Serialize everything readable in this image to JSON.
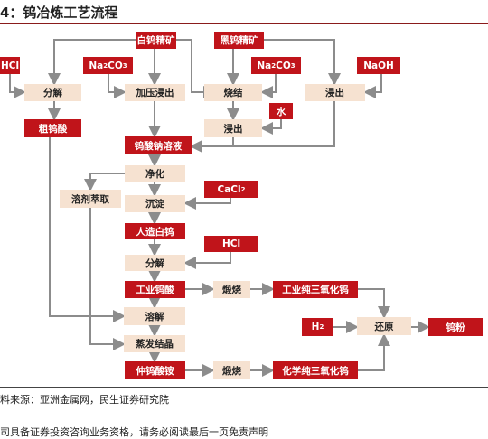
{
  "header": {
    "title": "4：钨冶炼工艺流程"
  },
  "nodes": {
    "white_ore": "白钨精矿",
    "black_ore": "黑钨精矿",
    "hcl_top": "HCl",
    "na2co3_1": {
      "base": "Na",
      "sub1": "2",
      "mid": "CO",
      "sub2": "3"
    },
    "na2co3_2": {
      "base": "Na",
      "sub1": "2",
      "mid": "CO",
      "sub2": "3"
    },
    "naoh": "NaOH",
    "decompose_1": "分解",
    "pressure_leach": "加压浸出",
    "sinter": "烧结",
    "leach_right": "浸出",
    "crude_acid": "粗钨酸",
    "water": "水",
    "leach_mid": "浸出",
    "sodium_tungstate": "钨酸钠溶液",
    "purify": "净化",
    "solvent_extract": "溶剂萃取",
    "cacl2": {
      "base": "CaCl",
      "sub": "2"
    },
    "precipitate": "沉淀",
    "artificial_scheelite": "人造白钨",
    "hcl_mid": "HCl",
    "decompose_2": "分解",
    "industrial_acid": "工业钨酸",
    "calcine_1": "煅烧",
    "industrial_wo3": "工业纯三氧化钨",
    "dissolve": "溶解",
    "h2": {
      "base": "H",
      "sub": "2"
    },
    "reduce": "还原",
    "tungsten_powder": "钨粉",
    "evaporate": "蒸发结晶",
    "apt": "仲钨酸铵",
    "calcine_2": "煅烧",
    "chemical_wo3": "化学纯三氧化钨"
  },
  "colors": {
    "red": "#c0141a",
    "beige": "#f6e2d1",
    "arrow": "#8c8c8c"
  },
  "source": "料来源：亚洲金属网，民生证券研究院",
  "footer": "司具备证券投资咨询业务资格，请务必阅读最后一页免责声明"
}
